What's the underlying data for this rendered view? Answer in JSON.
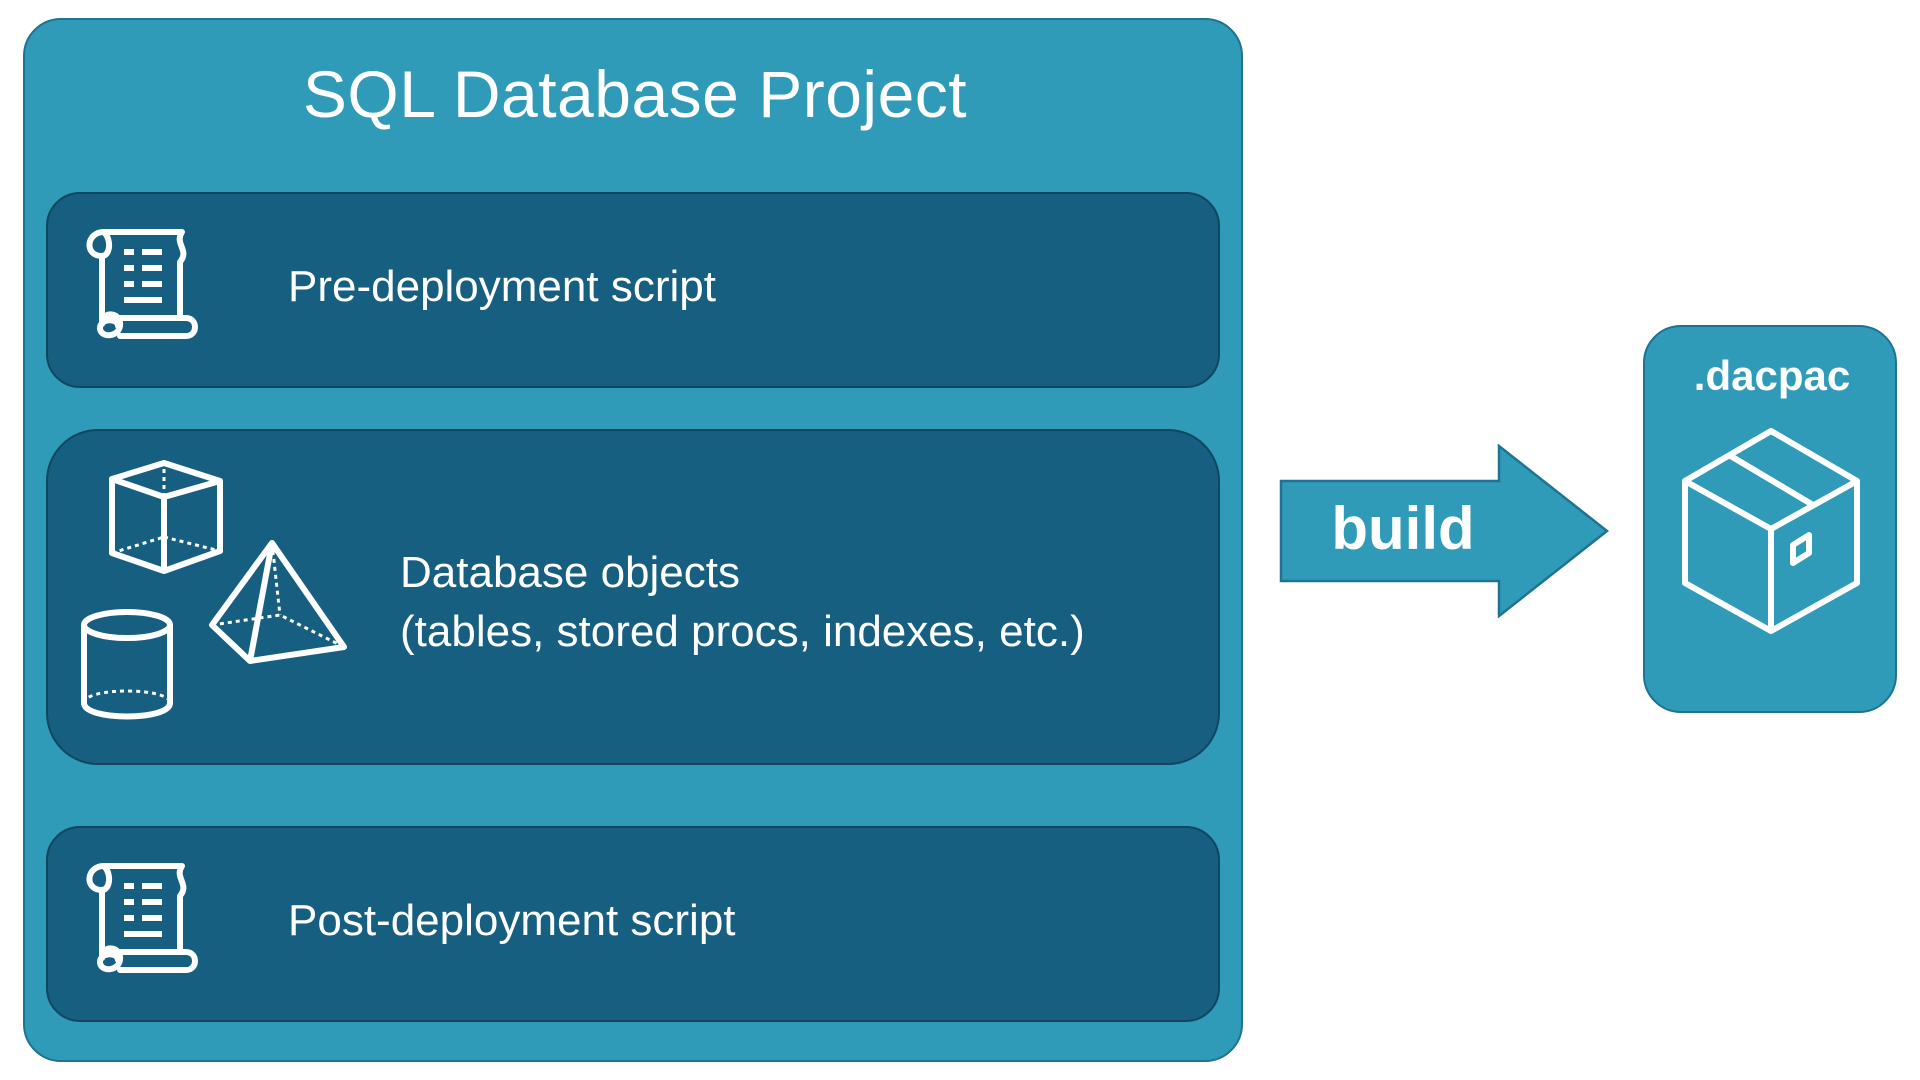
{
  "project": {
    "title": "SQL Database Project",
    "pre_label": "Pre-deployment script",
    "objects_line1": "Database objects",
    "objects_line2": "(tables, stored procs, indexes, etc.)",
    "post_label": "Post-deployment script"
  },
  "build": {
    "label": "build"
  },
  "output": {
    "label": ".dacpac"
  },
  "icons": {
    "pre": "script-scroll-icon",
    "objects": [
      "cube-icon",
      "pyramid-icon",
      "cylinder-icon"
    ],
    "post": "script-scroll-icon",
    "output": "package-box-icon"
  },
  "colors": {
    "outer_fill": "#2f9bb9",
    "outer_border": "#1d7391",
    "panel_fill": "#175f80",
    "panel_border": "#10465f",
    "text": "#ffffff"
  }
}
